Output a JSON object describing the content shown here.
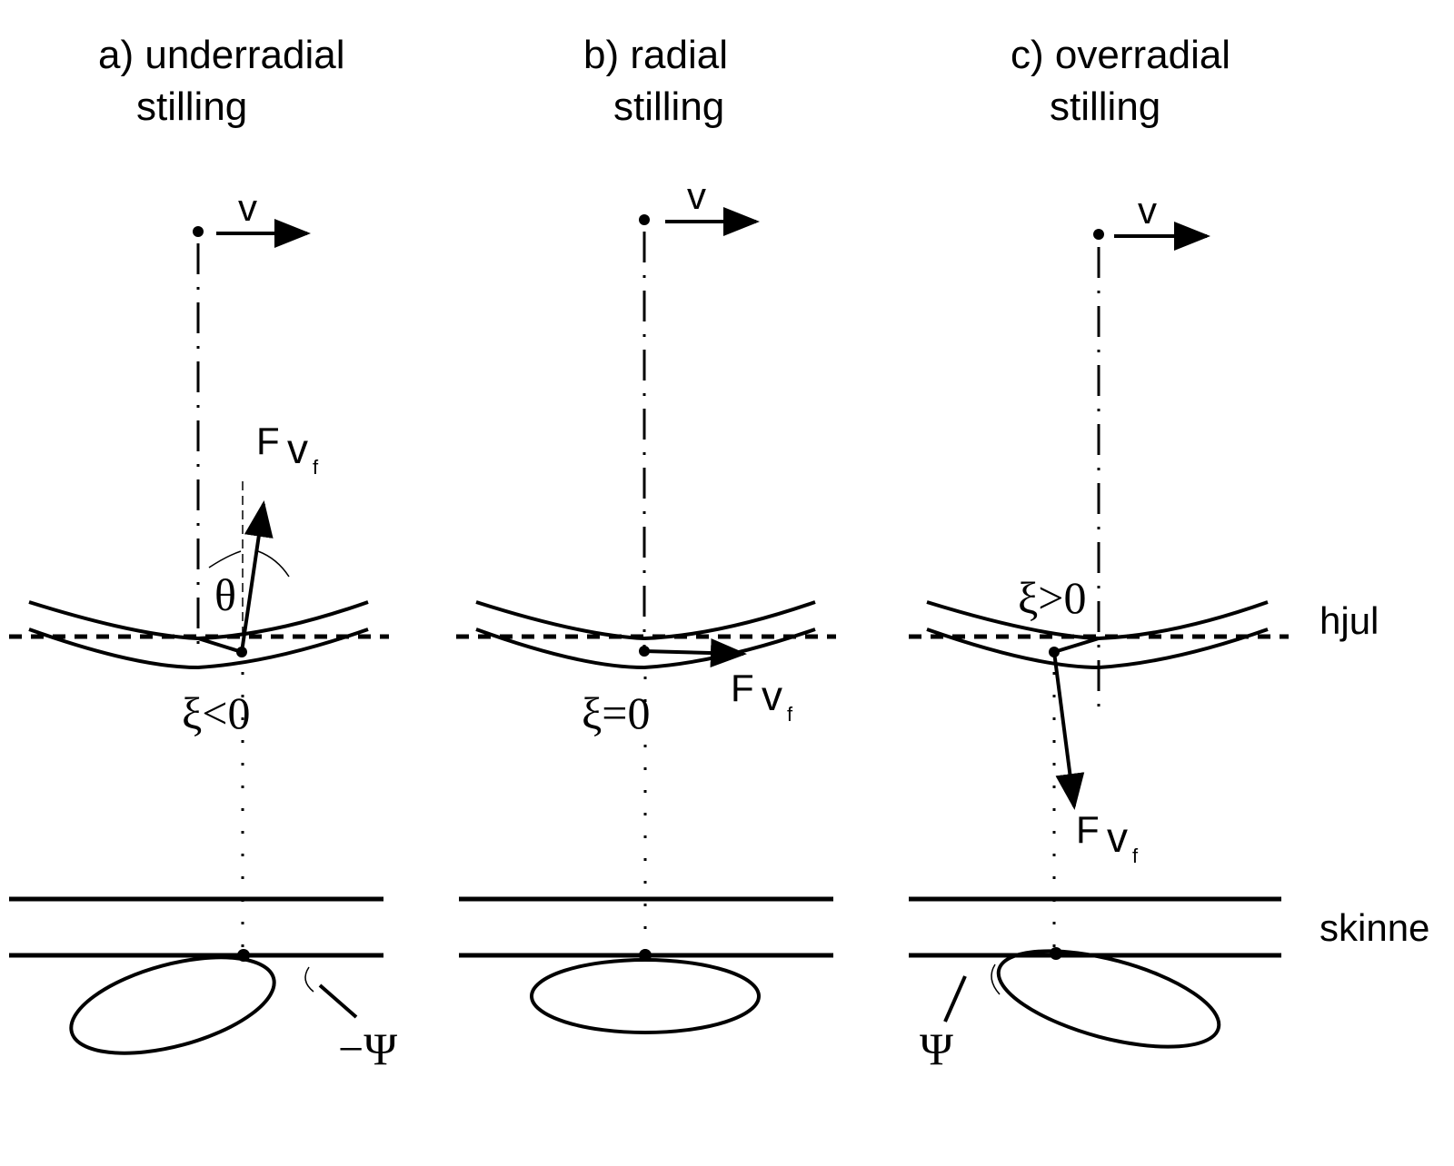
{
  "panels": [
    {
      "title_line1": "a) underradial",
      "title_line2": "stilling",
      "velocity": "v",
      "force": "F",
      "force_sub": "v",
      "force_sub2": "f",
      "angle": "θ",
      "xi": "ξ<0",
      "psi": "−Ψ"
    },
    {
      "title_line1": "b) radial",
      "title_line2": "stilling",
      "velocity": "v",
      "force": "F",
      "force_sub": "v",
      "force_sub2": "f",
      "xi": "ξ=0"
    },
    {
      "title_line1": "c) overradial",
      "title_line2": "stilling",
      "velocity": "v",
      "force": "F",
      "force_sub": "v",
      "force_sub2": "f",
      "xi": "ξ>0",
      "psi": "Ψ"
    }
  ],
  "labels": {
    "wheel": "hjul",
    "rail": "skinne"
  }
}
